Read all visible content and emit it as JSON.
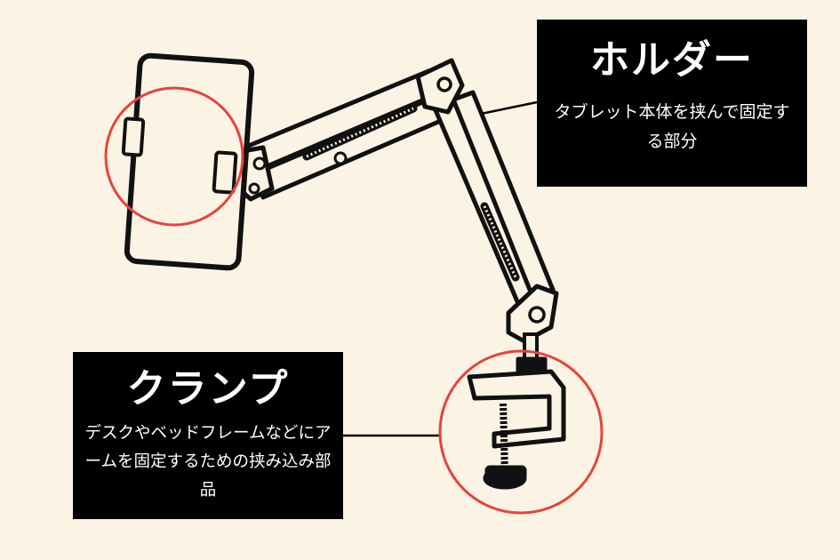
{
  "holder": {
    "title": "ホルダー",
    "description": "タブレット本体を挟んで固定する部分"
  },
  "clamp": {
    "title": "クランプ",
    "description": "デスクやベッドフレームなどにアームを固定するための挟み込み部品"
  },
  "colors": {
    "background": "#fbf4e4",
    "highlight_circle": "#e8423c",
    "label_box": "#000000",
    "label_text": "#ffffff"
  }
}
